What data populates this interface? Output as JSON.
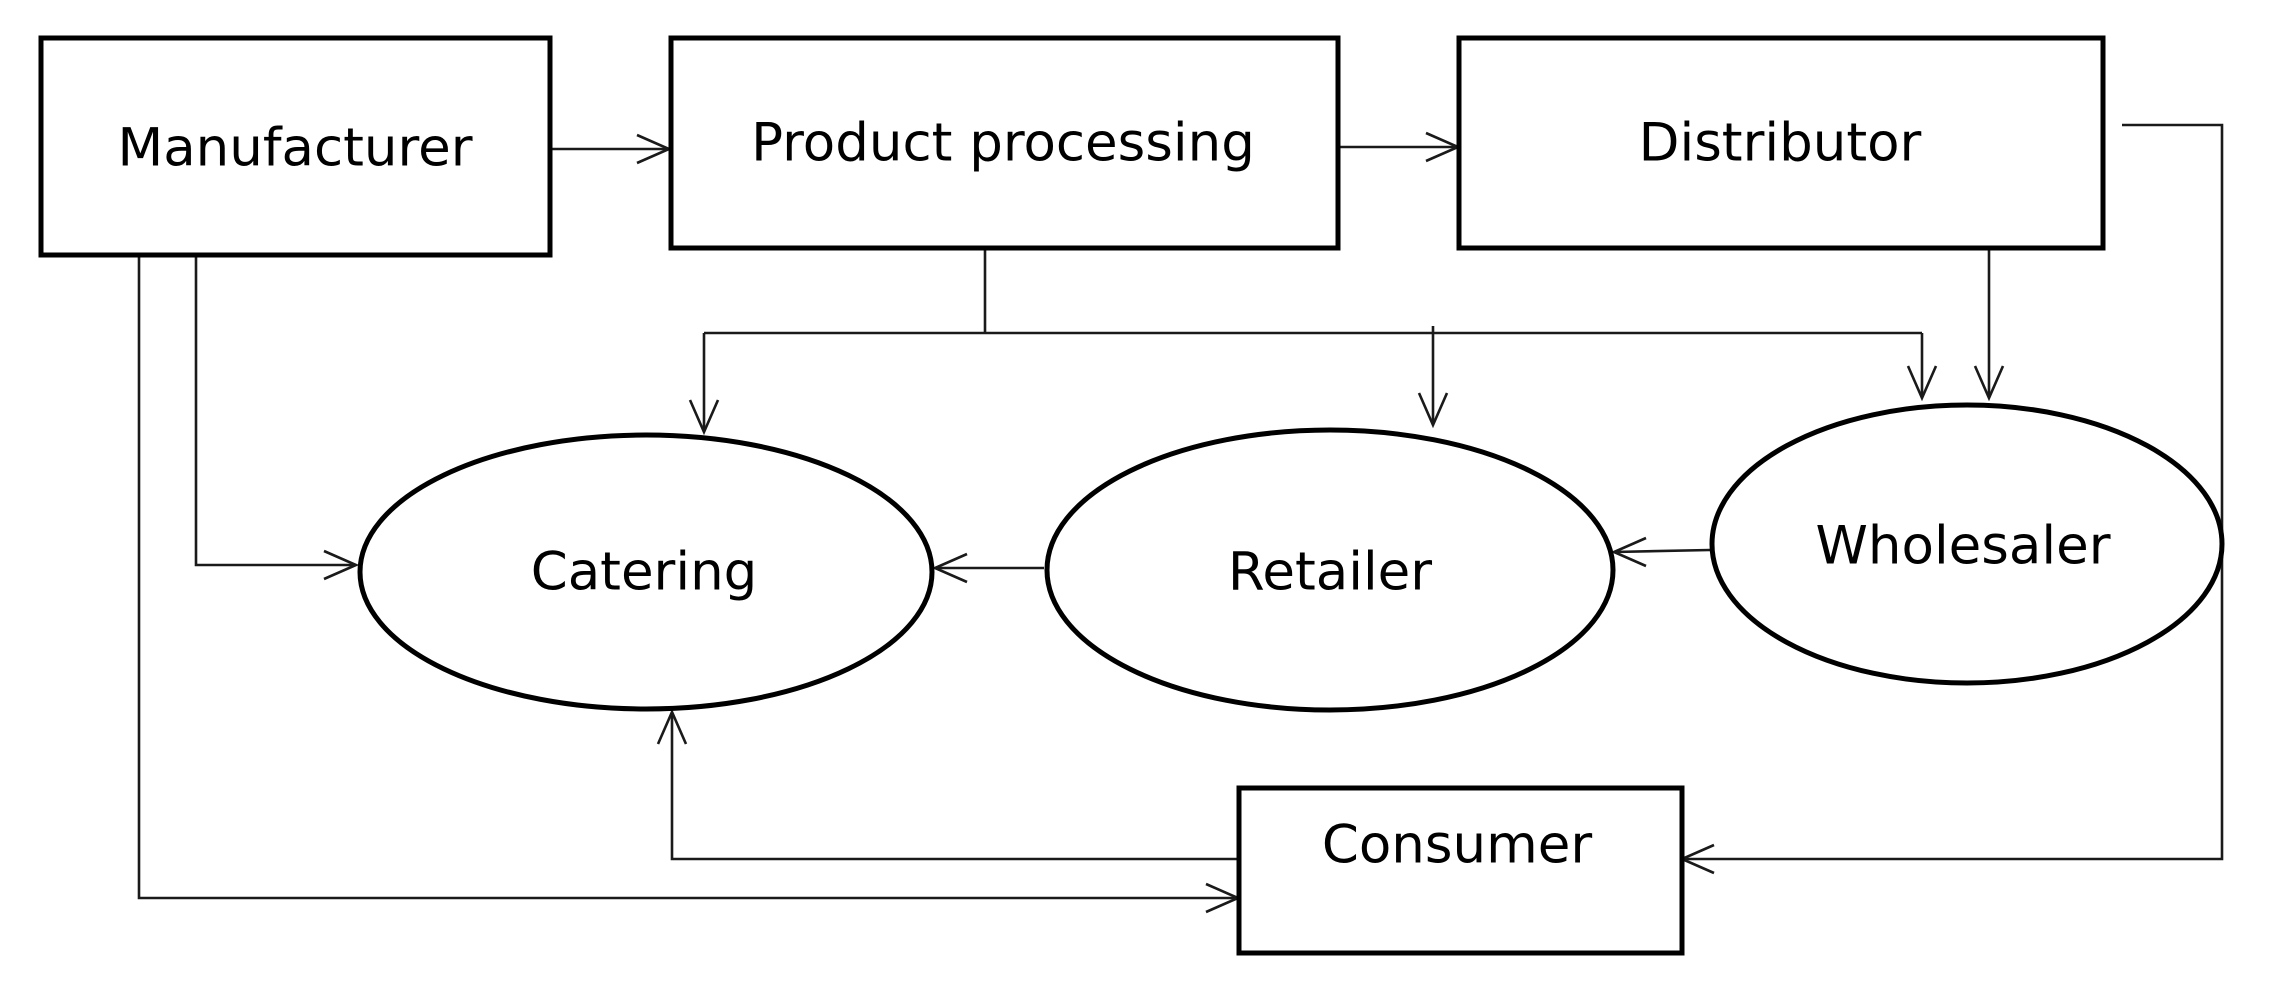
{
  "nodes": [
    {
      "id": "manufacturer",
      "label": "Manufacturer",
      "shape": "rect"
    },
    {
      "id": "product_processing",
      "label": "Product processing",
      "shape": "rect"
    },
    {
      "id": "distributor",
      "label": "Distributor",
      "shape": "rect"
    },
    {
      "id": "catering",
      "label": "Catering",
      "shape": "ellipse"
    },
    {
      "id": "retailer",
      "label": "Retailer",
      "shape": "ellipse"
    },
    {
      "id": "wholesaler",
      "label": "Wholesaler",
      "shape": "ellipse"
    },
    {
      "id": "consumer",
      "label": "Consumer",
      "shape": "rect"
    }
  ],
  "edges": [
    {
      "from": "manufacturer",
      "to": "product_processing"
    },
    {
      "from": "product_processing",
      "to": "distributor"
    },
    {
      "from": "manufacturer",
      "to": "catering"
    },
    {
      "from": "manufacturer",
      "to": "consumer"
    },
    {
      "from": "product_processing",
      "to": "catering"
    },
    {
      "from": "product_processing",
      "to": "retailer"
    },
    {
      "from": "product_processing",
      "to": "wholesaler"
    },
    {
      "from": "distributor",
      "to": "wholesaler"
    },
    {
      "from": "distributor",
      "to": "consumer"
    },
    {
      "from": "wholesaler",
      "to": "retailer"
    },
    {
      "from": "retailer",
      "to": "catering"
    },
    {
      "from": "consumer",
      "to": "catering"
    }
  ],
  "colors": {
    "stroke": "#000000",
    "background": "#ffffff"
  }
}
